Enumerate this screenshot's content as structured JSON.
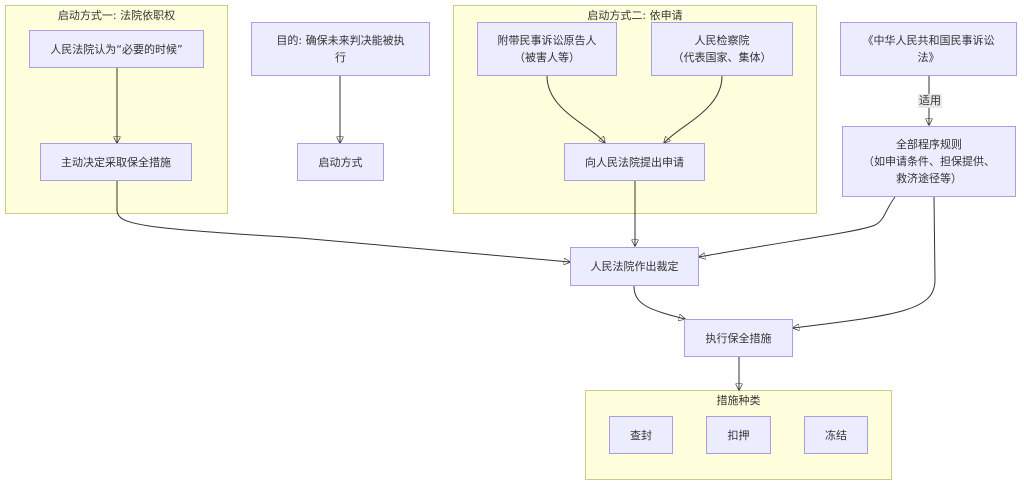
{
  "clusters": {
    "ex_officio": {
      "title": "启动方式一: 法院依职权"
    },
    "by_application": {
      "title": "启动方式二: 依申请"
    },
    "measure_types": {
      "title": "措施种类"
    }
  },
  "nodes": {
    "court_deems_necessary": "人民法院认为“必要的时候”",
    "court_decides_measures": "主动决定采取保全措施",
    "purpose": "目的: 确保未来判决能被执\n行",
    "start_method": "启动方式",
    "civil_plaintiff": "附带民事诉讼原告人\n（被害人等）",
    "procuratorate": "人民检察院\n（代表国家、集体）",
    "apply_to_court": "向人民法院提出申请",
    "civil_procedure_law": "《中华人民共和国民事诉讼\n法》",
    "all_procedure_rules": "全部程序规则\n（如申请条件、担保提供、\n救济途径等）",
    "court_ruling": "人民法院作出裁定",
    "execute_measures": "执行保全措施",
    "seal_up": "查封",
    "seize": "扣押",
    "freeze": "冻结"
  },
  "edge_labels": {
    "applies": "适用"
  }
}
